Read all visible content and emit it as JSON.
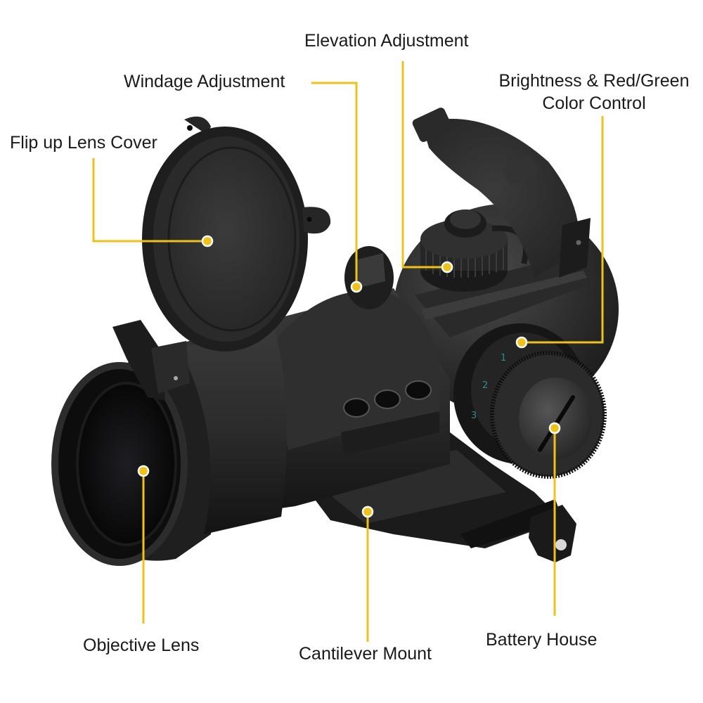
{
  "diagram": {
    "subject": "Red/Green dot sight with flip-up lens covers and cantilever mount",
    "accent_color": "#EFC21B",
    "callouts": [
      {
        "id": "elevation",
        "label": "Elevation Adjustment"
      },
      {
        "id": "windage",
        "label": "Windage Adjustment"
      },
      {
        "id": "brightness",
        "label_line1": "Brightness & Red/Green",
        "label_line2": "Color Control"
      },
      {
        "id": "lens-cover",
        "label": "Flip up Lens Cover"
      },
      {
        "id": "objective",
        "label": "Objective Lens"
      },
      {
        "id": "mount",
        "label": "Cantilever Mount"
      },
      {
        "id": "battery",
        "label": "Battery House"
      }
    ],
    "dial_marks": [
      "1",
      "2",
      "3"
    ]
  }
}
